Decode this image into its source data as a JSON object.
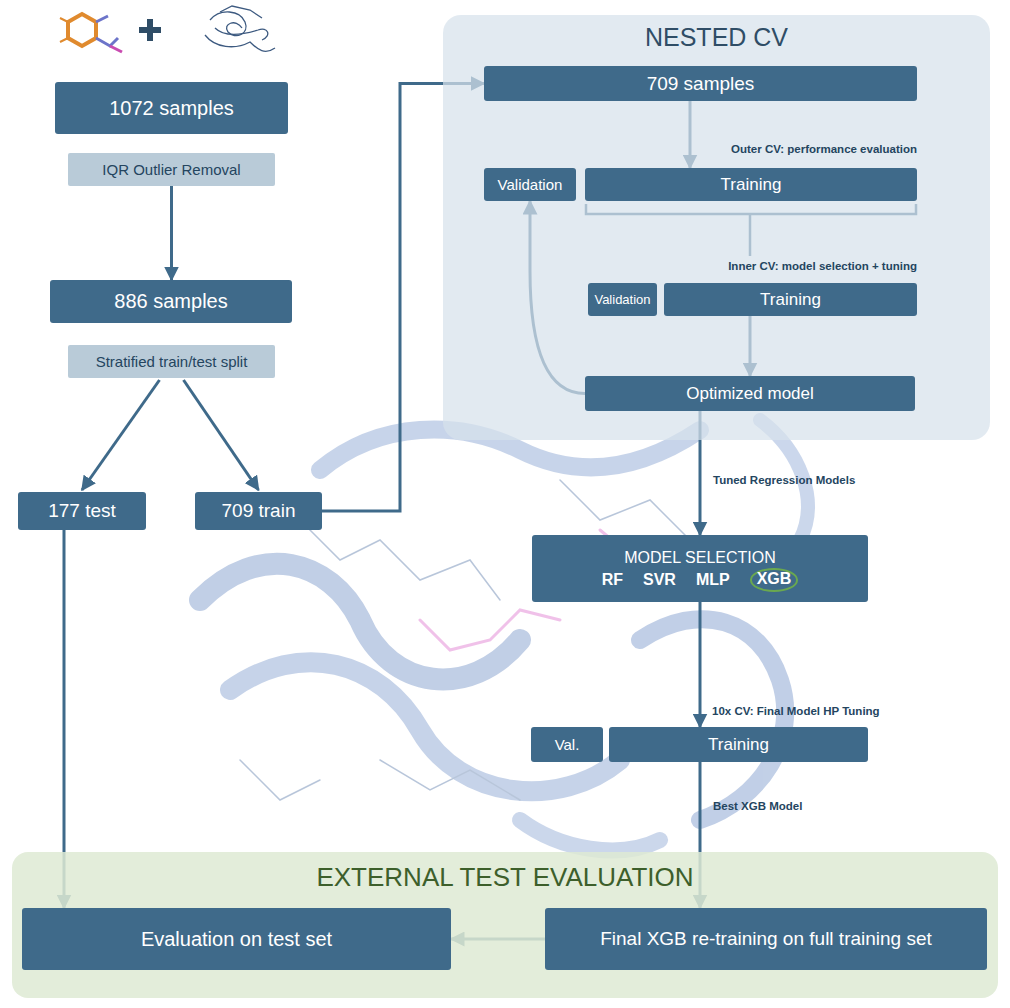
{
  "diagram": {
    "nodes": [
      {
        "text": [
          "1072 samples"
        ]
      },
      {
        "text": [
          "IQR Outlier Removal"
        ]
      },
      {
        "text": [
          "886 samples"
        ]
      },
      {
        "text": [
          "Stratified train/test split"
        ]
      },
      {
        "text": [
          "177 test"
        ]
      },
      {
        "text": [
          "709 train"
        ]
      },
      {
        "text": [
          "NESTED CV"
        ]
      },
      {
        "text": [
          "709 samples"
        ],
        "in": 6
      },
      {
        "text": [
          "Validation"
        ],
        "in": 6
      },
      {
        "text": [
          "Training"
        ],
        "in": 6
      },
      {
        "text": [
          "Validation"
        ],
        "in": 6
      },
      {
        "text": [
          "Training"
        ],
        "in": 6
      },
      {
        "text": [
          "Optimized model"
        ],
        "in": 6
      },
      {
        "text": [
          "MODEL SELECTION",
          "RF",
          "SVR",
          "MLP",
          "XGB"
        ]
      },
      {
        "text": [
          "Val."
        ]
      },
      {
        "text": [
          "Training"
        ]
      },
      {
        "text": [
          "EXTERNAL TEST EVALUATION"
        ]
      },
      {
        "text": [
          "Evaluation on test set"
        ],
        "in": 16
      },
      {
        "text": [
          "Final XGB re-training on full training set"
        ],
        "in": 16
      }
    ],
    "edges": [
      {
        "from": 1,
        "to": 2,
        "arrow": "to"
      },
      {
        "from": 3,
        "to": 4,
        "arrow": "to"
      },
      {
        "from": 3,
        "to": 5,
        "arrow": "to"
      },
      {
        "from": 5,
        "to": 7,
        "arrow": "to"
      },
      {
        "from": 7,
        "to": 9,
        "arrow": "to"
      },
      {
        "from": 11,
        "to": 12,
        "arrow": "to"
      },
      {
        "from": 12,
        "to": 8,
        "arrow": "to"
      },
      {
        "from": 12,
        "to": 13,
        "arrow": "to",
        "label": "Tuned Regression Models"
      },
      {
        "from": 13,
        "to": 15,
        "arrow": "to"
      },
      {
        "from": 15,
        "to": 18,
        "arrow": "to",
        "label": "Best XGB Model"
      },
      {
        "from": 18,
        "to": 17,
        "arrow": "to"
      },
      {
        "from": 4,
        "to": 17,
        "arrow": "to"
      }
    ],
    "labels": [
      "Outer CV: performance evaluation",
      "Inner CV: model selection + tuning",
      "10x CV: Final Model HP Tuning"
    ]
  }
}
